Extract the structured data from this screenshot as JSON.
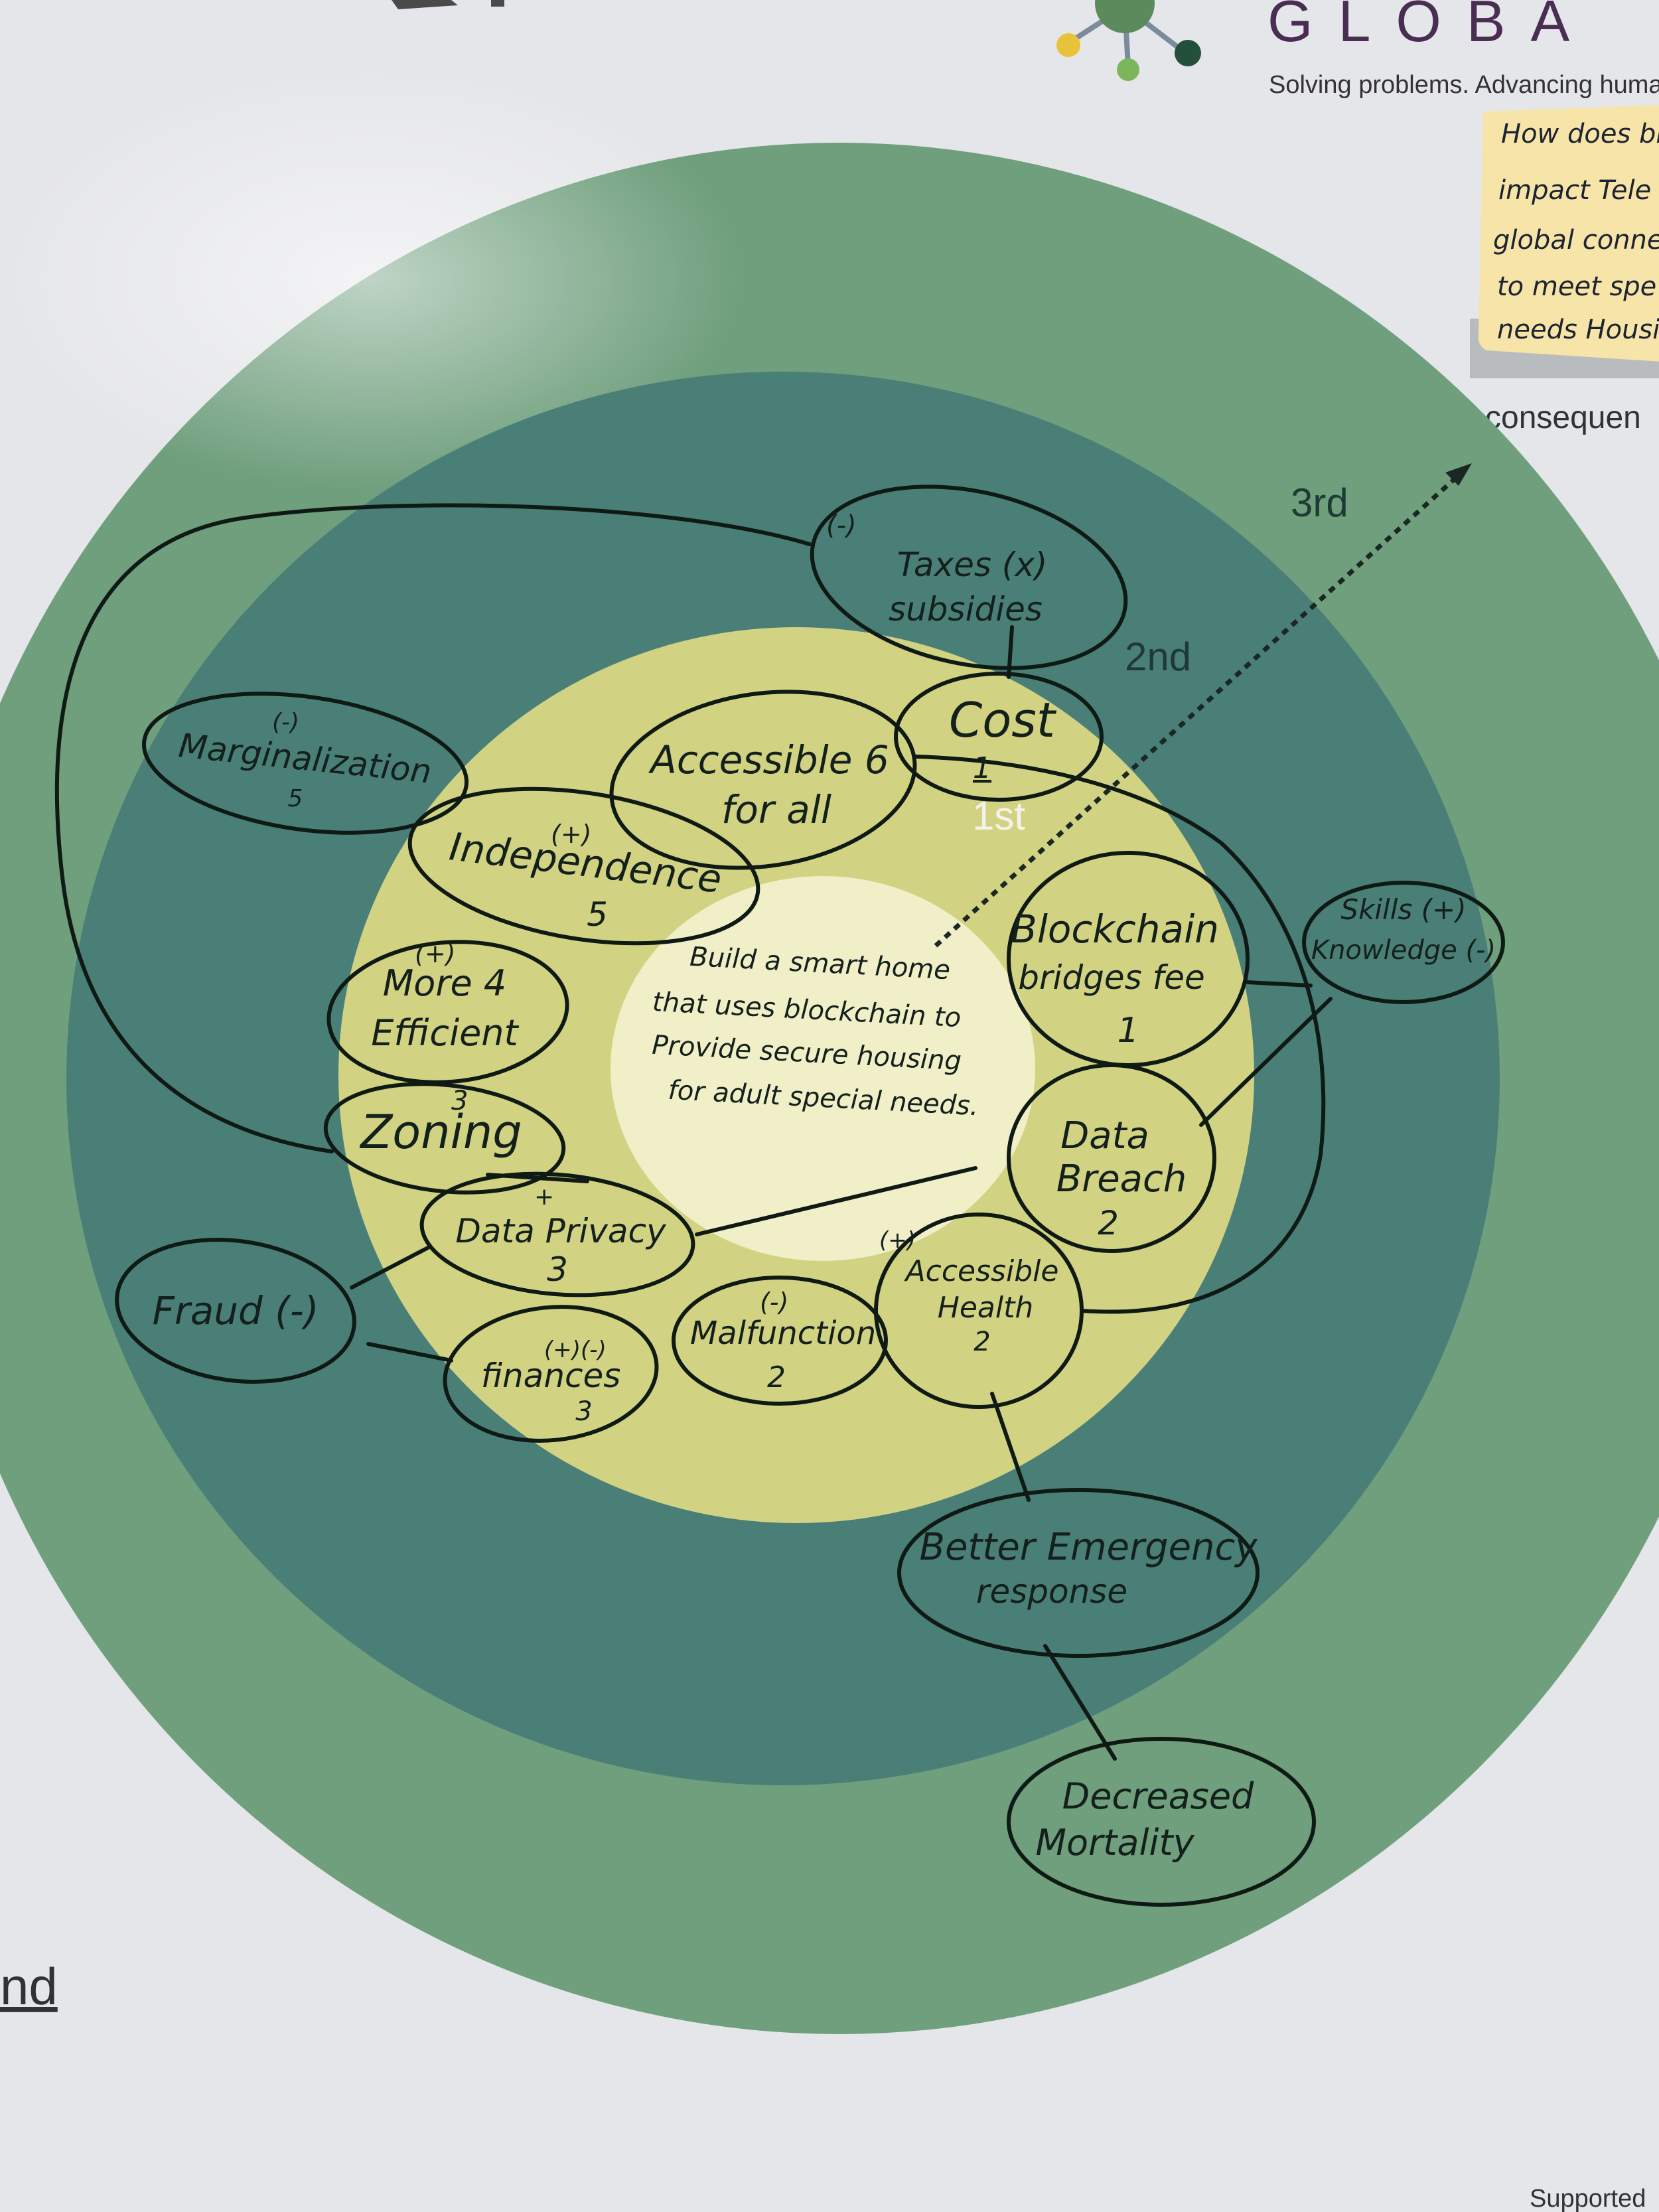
{
  "colors": {
    "background": "#e5e6e9",
    "ring_outer": "#6f9f7d",
    "ring_second": "#4a7f78",
    "ring_first": "#d2d382",
    "center": "#f0efc8",
    "ink": "#0f1a15",
    "brand_text": "#4a2d52",
    "sticky_note": "#f6e4a8"
  },
  "header": {
    "brand_partial": "GLOBA",
    "tagline_partial": "Solving problems. Advancing human"
  },
  "sticky_note": {
    "lines": [
      "How does block",
      "impact Tele",
      "global connec",
      "to meet spe",
      "needs Housi"
    ]
  },
  "side_labels": {
    "right_partial": "consequen",
    "left_partial": "nd",
    "bottom_right_partial": "Supported"
  },
  "ring_labels": {
    "first": "1st",
    "second": "2nd",
    "third": "3rd"
  },
  "center": {
    "lines": [
      "Build a smart home",
      "that uses blockchain to",
      "Provide secure housing",
      "for adult special needs."
    ]
  },
  "nodes": {
    "taxes": {
      "mark": "(-)",
      "lines": [
        "Taxes (x)",
        "subsidies"
      ]
    },
    "cost": {
      "lines": [
        "Cost",
        "1"
      ]
    },
    "accessible": {
      "lines": [
        "Accessible 6",
        "for all"
      ]
    },
    "marginalization": {
      "mark": "(-)",
      "lines": [
        "Marginalization",
        "5"
      ]
    },
    "independence": {
      "mark": "(+)",
      "lines": [
        "Independence",
        "5"
      ]
    },
    "more_efficient": {
      "mark": "(+)",
      "lines": [
        "More 4",
        "Efficient"
      ]
    },
    "zoning": {
      "mark": "3",
      "lines": [
        "Zoning"
      ]
    },
    "data_privacy": {
      "mark": "+",
      "lines": [
        "Data Privacy",
        "3"
      ]
    },
    "fraud": {
      "lines": [
        "Fraud (-)"
      ]
    },
    "finances": {
      "mark": "(+)(-)",
      "lines": [
        "finances",
        "3"
      ]
    },
    "malfunction": {
      "mark": "(-)",
      "lines": [
        "Malfunction",
        "2"
      ]
    },
    "accessible_health": {
      "mark": "(+)",
      "lines": [
        "Accessible",
        "Health",
        "2"
      ]
    },
    "data_breach": {
      "lines": [
        "Data",
        "Breach",
        "2"
      ]
    },
    "blockchain_fee": {
      "lines": [
        "Blockchain",
        "bridges fee",
        "1"
      ]
    },
    "skills": {
      "lines": [
        "Skills (+)",
        "Knowledge (-)"
      ]
    },
    "emergency": {
      "lines": [
        "Better Emergency",
        "response"
      ]
    },
    "mortality": {
      "lines": [
        "Decreased",
        "Mortality"
      ]
    }
  }
}
